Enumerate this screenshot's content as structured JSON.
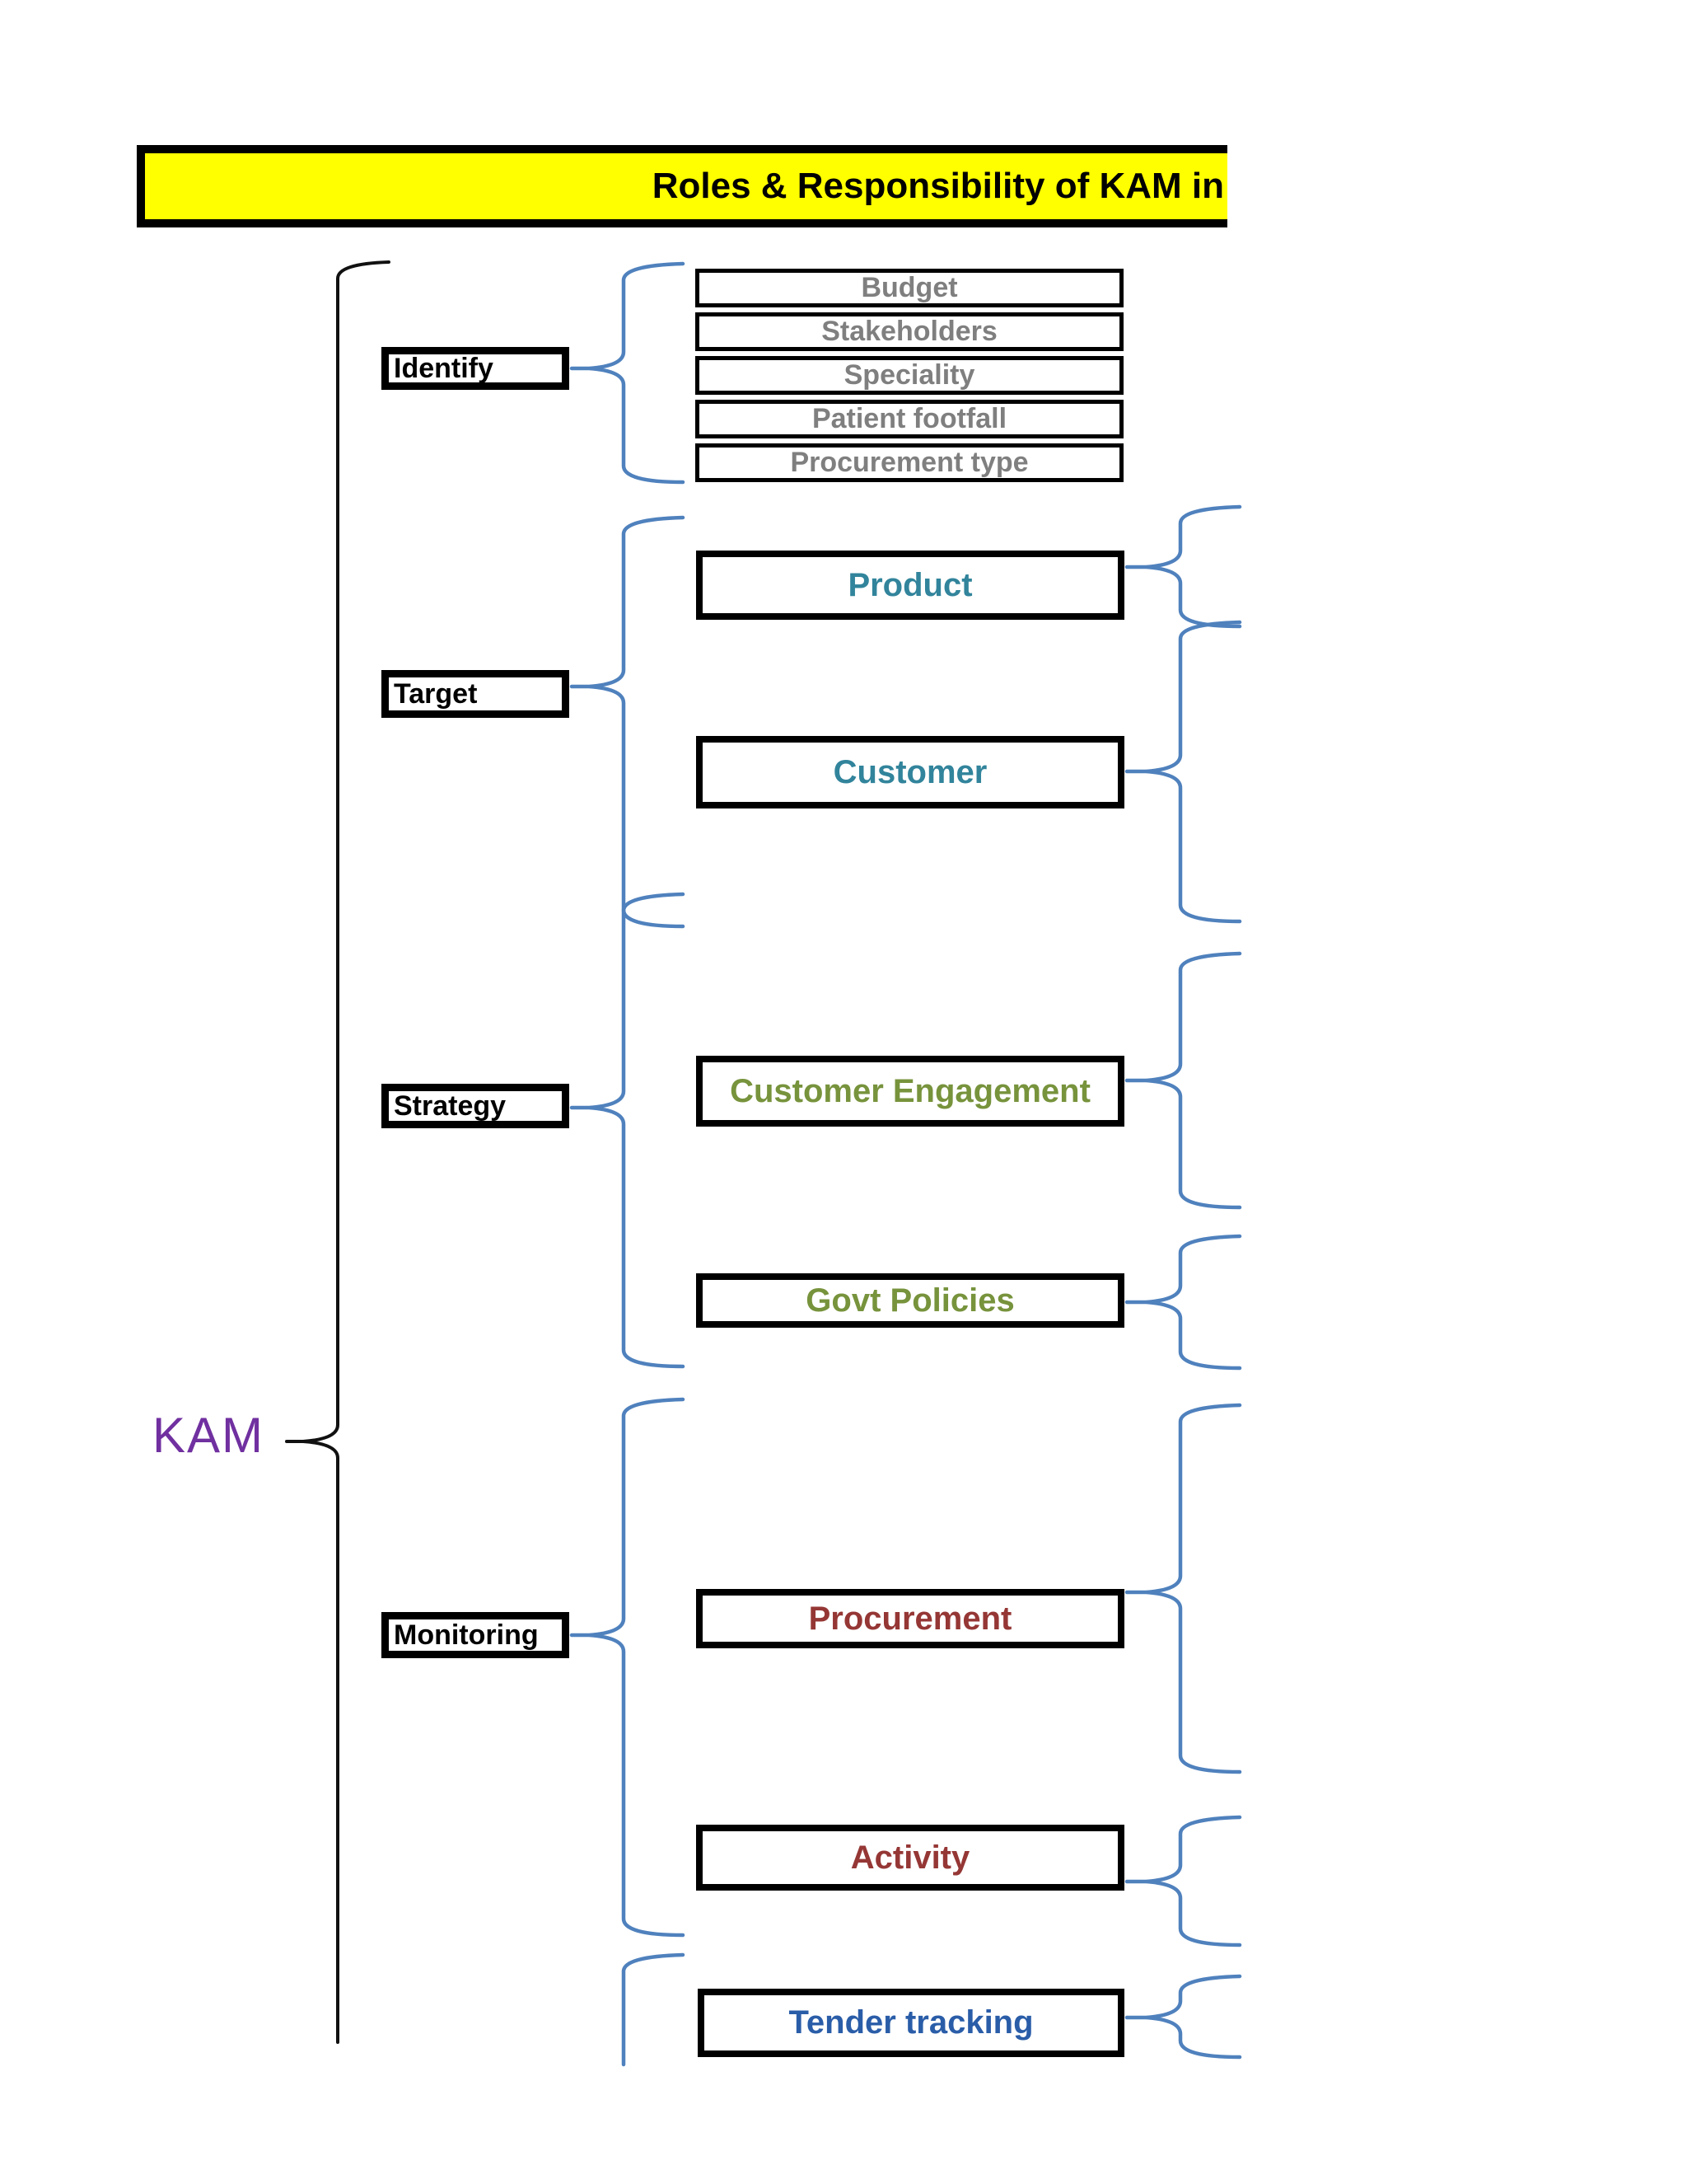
{
  "title": "Roles & Responsibility of KAM in",
  "root_label": "KAM",
  "sections": [
    {
      "label": "Identify",
      "children": [
        "Budget",
        "Stakeholders",
        "Speciality",
        "Patient footfall",
        "Procurement type"
      ]
    },
    {
      "label": "Target",
      "children": [
        "Product",
        "Customer"
      ]
    },
    {
      "label": "Strategy",
      "children": [
        "Customer Engagement",
        "Govt Policies"
      ]
    },
    {
      "label": "Monitoring",
      "children": [
        "Procurement",
        "Activity"
      ]
    },
    {
      "label": "",
      "children": [
        "Tender tracking"
      ]
    }
  ],
  "colors": {
    "banner_bg": "#FFFF00",
    "banner_text": "#000000",
    "root_text": "#7030A0",
    "identify_children_text": "#7F7F7F",
    "target_children_text": "#31849B",
    "strategy_children_text": "#77933C",
    "monitoring_children_text": "#953735",
    "tender_text": "#2A5DA8",
    "brace_blue": "#4F81BD",
    "brace_black": "#111111",
    "box_border": "#000000"
  }
}
